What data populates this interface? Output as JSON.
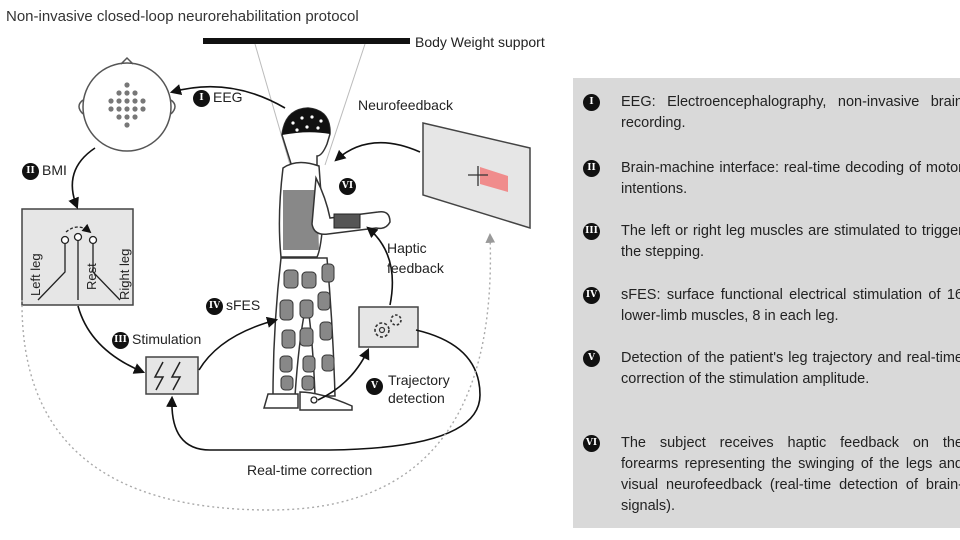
{
  "title": "Non-invasive closed-loop neurorehabilitation protocol",
  "labels": {
    "body_weight_support": "Body Weight support",
    "neurofeedback": "Neurofeedback",
    "eeg": "EEG",
    "bmi": "BMI",
    "stimulation": "Stimulation",
    "sfes": "sFES",
    "haptic_line1": "Haptic",
    "haptic_line2": "feedback",
    "trajectory_line1": "Trajectory",
    "trajectory_line2": "detection",
    "realtime_correction": "Real-time correction",
    "left_leg": "Left leg",
    "rest": "Rest",
    "right_leg": "Right leg"
  },
  "badges": {
    "i": "I",
    "ii": "II",
    "iii": "III",
    "iv": "IV",
    "v": "V",
    "vi": "VI"
  },
  "legend": [
    {
      "badge": "I",
      "text": "EEG: Electroencephalography, non-invasive brain recording."
    },
    {
      "badge": "II",
      "text": "Brain-machine interface: real-time decoding of motor intentions."
    },
    {
      "badge": "III",
      "text": "The left or right leg muscles are stimulated to trigger the stepping."
    },
    {
      "badge": "IV",
      "text": "sFES: surface functional electrical stimulation of 16 lower-limb muscles, 8 in each leg."
    },
    {
      "badge": "V",
      "text": "Detection of the patient's leg trajectory and real-time correction of the stimulation amplitude."
    },
    {
      "badge": "VI",
      "text": "The subject receives haptic feedback on the forearms representing the swinging of the legs and visual neurofeedback (real-time detection of brain-signals)."
    }
  ],
  "colors": {
    "legend_bg": "#d9d9d9",
    "badge": "#111111",
    "screen_bar": "#f08c8c"
  }
}
